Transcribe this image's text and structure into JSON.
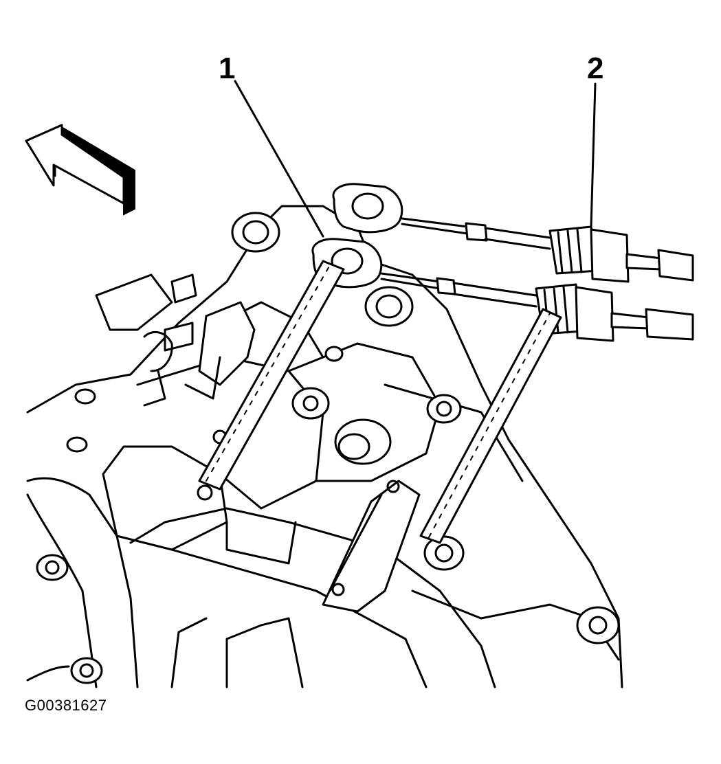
{
  "figure": {
    "id_text": "G00381627"
  },
  "callouts": [
    {
      "number": "1"
    },
    {
      "number": "2"
    }
  ],
  "icons": {
    "direction_arrow": "front-direction-arrow-icon"
  }
}
